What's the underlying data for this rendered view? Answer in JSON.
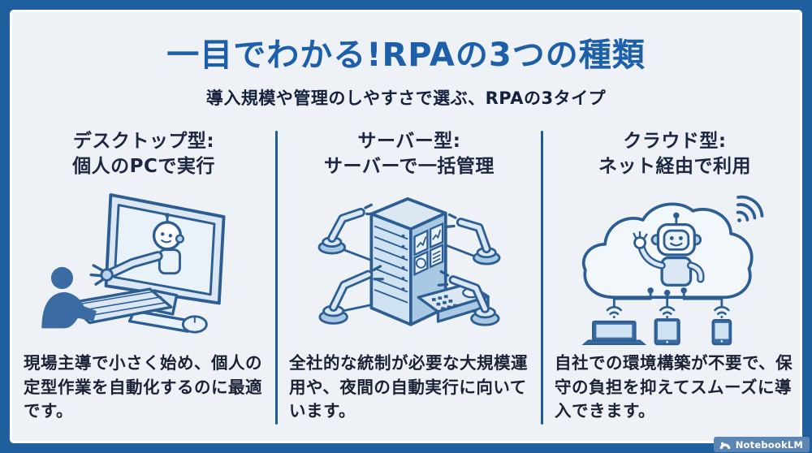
{
  "page": {
    "title": "一目でわかる!RPAの3つの種類",
    "subtitle": "導入規模や管理のしやすさで選ぶ、RPAの3タイプ"
  },
  "columns": [
    {
      "id": "desktop",
      "heading_line1": "デスクトップ型:",
      "heading_line2": "個人のPCで実行",
      "illustration": "desktop-pc-with-robot-and-user",
      "description": "現場主導で小さく始め、個人の定型作業を自動化するのに最適です。"
    },
    {
      "id": "server",
      "heading_line1": "サーバー型:",
      "heading_line2": "サーバーで一括管理",
      "illustration": "server-rack-with-robot-arms",
      "description": "全社的な統制が必要な大規模運用や、夜間の自動実行に向いています。"
    },
    {
      "id": "cloud",
      "heading_line1": "クラウド型:",
      "heading_line2": "ネット経由で利用",
      "illustration": "cloud-robot-connected-devices",
      "description": "自社での環境構築が不要で、保守の負担を抑えてスムーズに導入できます。"
    }
  ],
  "watermark": {
    "label": "NotebookLM",
    "icon": "notebooklm-logo"
  },
  "colors": {
    "border_blue": "#1f5f9e",
    "background": "#eef2f7",
    "title_blue": "#1d5fa8",
    "heading_navy": "#1c2742",
    "divider_blue": "#1d5c96",
    "line_art_blue": "#2d5e93",
    "fill_light_blue": "#dbe8f4",
    "fill_solid_blue": "#3a6ca3",
    "watermark_chip": "#5b86b4"
  }
}
